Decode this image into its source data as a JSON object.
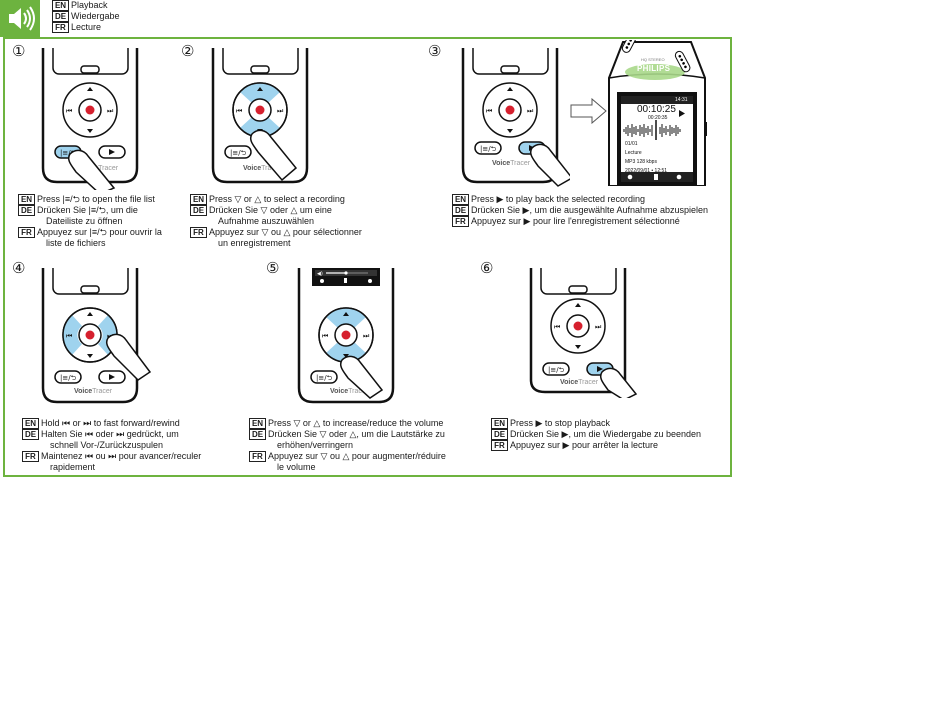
{
  "header": {
    "lines": [
      {
        "lang": "EN",
        "text": "Playback"
      },
      {
        "lang": "DE",
        "text": "Wiedergabe"
      },
      {
        "lang": "FR",
        "text": "Lecture"
      }
    ],
    "icon": "speaker-icon",
    "accent_color": "#6db33f"
  },
  "steps": [
    {
      "number": "①",
      "instructions": [
        {
          "lang": "EN",
          "text": "Press |≡/⮌ to open the file list",
          "cont": ""
        },
        {
          "lang": "DE",
          "text": "Drücken Sie |≡/⮌, um die",
          "cont": "Dateiliste zu öffnen"
        },
        {
          "lang": "FR",
          "text": "Appuyez sur |≡/⮌ pour ouvrir la",
          "cont": "liste de fichiers"
        }
      ]
    },
    {
      "number": "②",
      "instructions": [
        {
          "lang": "EN",
          "text": "Press ▽ or △ to select a recording",
          "cont": ""
        },
        {
          "lang": "DE",
          "text": "Drücken Sie ▽ oder △ um eine",
          "cont": "Aufnahme auszuwählen"
        },
        {
          "lang": "FR",
          "text": "Appuyez sur ▽ ou △ pour sélectionner",
          "cont": "un enregistrement"
        }
      ]
    },
    {
      "number": "③",
      "instructions": [
        {
          "lang": "EN",
          "text": "Press ▶ to play back the selected recording",
          "cont": ""
        },
        {
          "lang": "DE",
          "text": "Drücken Sie ▶, um die ausgewählte Aufnahme abzuspielen",
          "cont": ""
        },
        {
          "lang": "FR",
          "text": "Appuyez sur ▶ pour lire l'enregistrement sélectionné",
          "cont": ""
        }
      ]
    },
    {
      "number": "④",
      "instructions": [
        {
          "lang": "EN",
          "text": "Hold ⏮ or ⏭ to fast forward/rewind",
          "cont": ""
        },
        {
          "lang": "DE",
          "text": "Halten Sie ⏮ oder ⏭ gedrückt, um",
          "cont": "schnell Vor-/Zurückzuspulen"
        },
        {
          "lang": "FR",
          "text": "Maintenez ⏮ ou ⏭ pour avancer/reculer",
          "cont": "rapidement"
        }
      ]
    },
    {
      "number": "⑤",
      "instructions": [
        {
          "lang": "EN",
          "text": "Press ▽ or △ to increase/reduce the volume",
          "cont": ""
        },
        {
          "lang": "DE",
          "text": "Drücken Sie ▽ oder △, um die Lautstärke zu",
          "cont": "erhöhen/verringern"
        },
        {
          "lang": "FR",
          "text": "Appuyez sur ▽ ou △ pour augmenter/réduire",
          "cont": "le volume"
        }
      ]
    },
    {
      "number": "⑥",
      "instructions": [
        {
          "lang": "EN",
          "text": "Press ▶ to stop playback",
          "cont": ""
        },
        {
          "lang": "DE",
          "text": "Drücken Sie ▶, um die Wiedergabe zu beenden",
          "cont": ""
        },
        {
          "lang": "FR",
          "text": "Appuyez sur ▶ pour arrêter la lecture",
          "cont": ""
        }
      ]
    }
  ],
  "device": {
    "brand": "VoiceTracer",
    "maker": "PHILIPS",
    "top_label": "HQ STEREO",
    "screen": {
      "time_small": "14:31",
      "counter": "00:10:25",
      "elapsed": "00:20:35",
      "file_index": "01/01",
      "mode": "Lecture",
      "format": "MP3 128 kbps",
      "date": "2022/09/01 • 12:51"
    }
  }
}
